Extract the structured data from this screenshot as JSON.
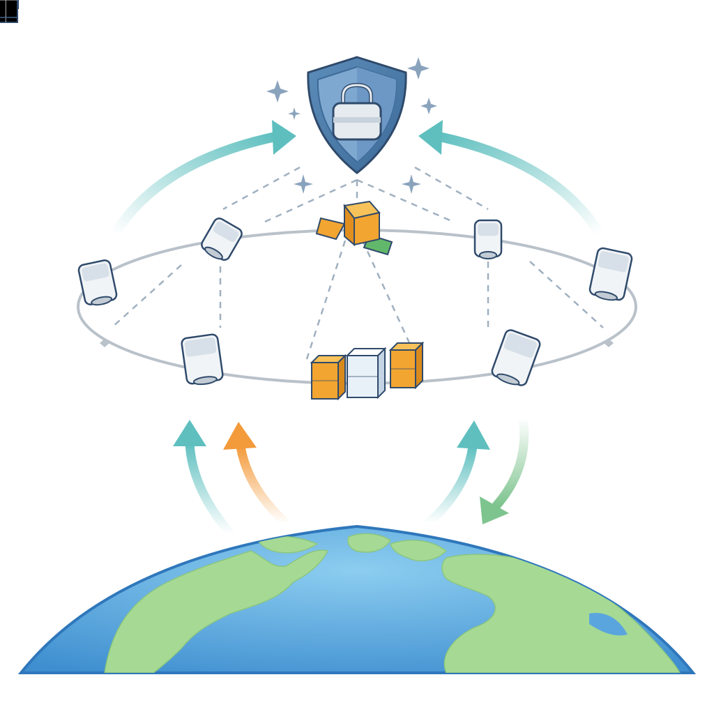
{
  "colors": {
    "background": "#ffffff",
    "outline": "#2f4a6b",
    "orbit": "#b9c1c9",
    "dash": "#9fb0c0",
    "shield_outer": "#4f7fae",
    "shield_inner": "#7fa8d0",
    "lock": "#e6ebf0",
    "teal_arrow": "#5fbfbf",
    "orange_arrow": "#f39a3a",
    "green_arrow": "#7ec48f",
    "solar_blue": "#5b8fd0",
    "solar_green": "#62b86a",
    "cube_orange": "#f2a531",
    "cube_white": "#e9f1f8",
    "ocean": "#5aa5de",
    "land": "#9fd690",
    "sparkle": "#8aa3bd"
  },
  "diagram": {
    "center_node": {
      "icon": "shield-lock-icon"
    },
    "orbit_ring": {
      "satellites": 6,
      "data_blocks": 3,
      "relay_nodes": 1
    },
    "earth": {
      "icon": "globe-icon"
    },
    "links": [
      {
        "from": "orbit-left",
        "to": "shield",
        "icon": "arrow-up-right-icon",
        "color": "teal"
      },
      {
        "from": "orbit-right",
        "to": "shield",
        "icon": "arrow-up-left-icon",
        "color": "teal"
      },
      {
        "from": "earth",
        "to": "orbit",
        "icon": "arrow-up-icon",
        "color": "teal"
      },
      {
        "from": "earth",
        "to": "orbit",
        "icon": "arrow-up-icon",
        "color": "orange"
      },
      {
        "from": "earth",
        "to": "orbit",
        "icon": "arrow-up-icon",
        "color": "teal"
      },
      {
        "from": "orbit",
        "to": "earth",
        "icon": "arrow-down-icon",
        "color": "green"
      }
    ]
  }
}
